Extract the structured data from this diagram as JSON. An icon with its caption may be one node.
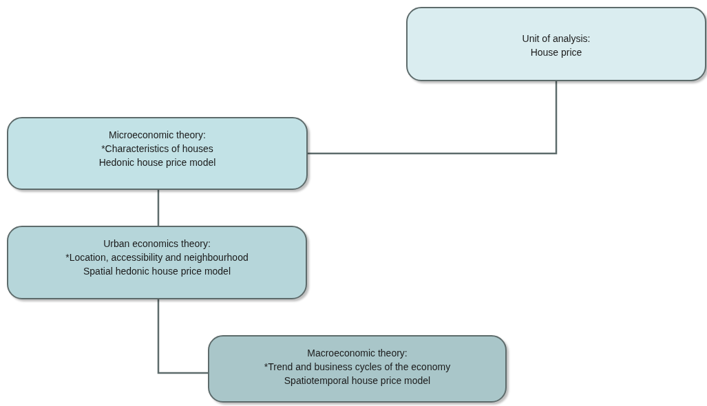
{
  "diagram": {
    "nodes": [
      {
        "text": [
          "Unit of analysis:",
          "House price"
        ]
      },
      {
        "text": [
          "Microeconomic theory:",
          "*Characteristics of houses",
          "Hedonic house price model"
        ]
      },
      {
        "text": [
          "Urban economics theory:",
          "*Location, accessibility and neighbourhood",
          "Spatial hedonic house price model"
        ]
      },
      {
        "text": [
          "Macroeconomic theory:",
          "*Trend and business cycles of the economy",
          "Spatiotemporal house price model"
        ]
      }
    ],
    "edges": [
      {
        "from": 0,
        "to": 1,
        "arrow": "none"
      },
      {
        "from": 1,
        "to": 2,
        "arrow": "none"
      },
      {
        "from": 2,
        "to": 3,
        "arrow": "none"
      }
    ]
  }
}
